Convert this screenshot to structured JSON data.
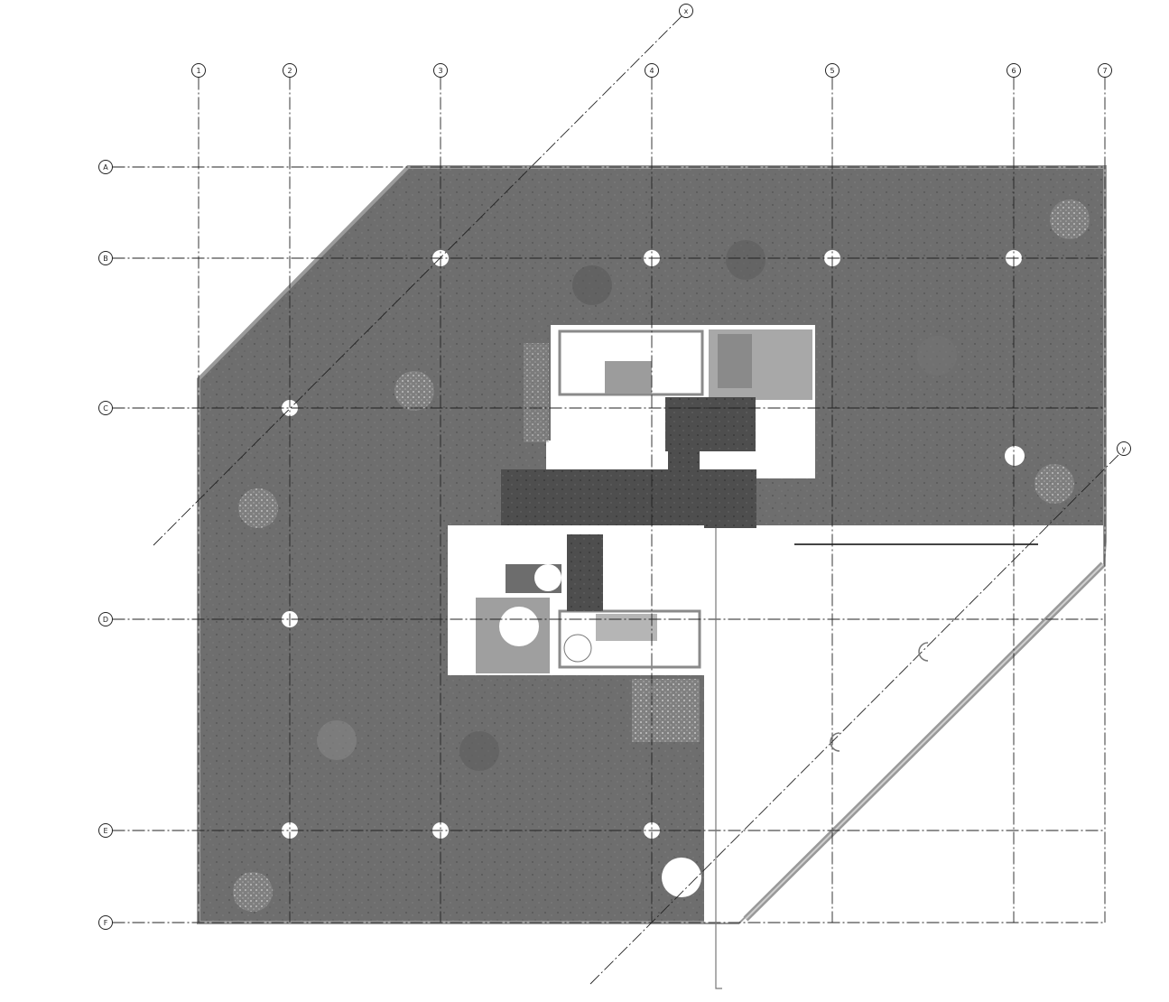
{
  "grid": {
    "columns": [
      {
        "id": "col-1",
        "label": "1"
      },
      {
        "id": "col-2",
        "label": "2"
      },
      {
        "id": "col-3",
        "label": "3"
      },
      {
        "id": "col-4",
        "label": "4"
      },
      {
        "id": "col-5",
        "label": "5"
      },
      {
        "id": "col-6",
        "label": "6"
      },
      {
        "id": "col-7",
        "label": "7"
      }
    ],
    "rows": [
      {
        "id": "row-a",
        "label": "A"
      },
      {
        "id": "row-b",
        "label": "B"
      },
      {
        "id": "row-c",
        "label": "C"
      },
      {
        "id": "row-d",
        "label": "D"
      },
      {
        "id": "row-e",
        "label": "E"
      },
      {
        "id": "row-f",
        "label": "F"
      }
    ],
    "diagonals": [
      {
        "id": "diag-x",
        "label": "x"
      },
      {
        "id": "diag-y",
        "label": "y"
      }
    ]
  },
  "colors": {
    "slab": "#6f6f6f",
    "slab_dark": "#4f4f4f",
    "slab_edge": "#9a9a9a",
    "void": "#ffffff",
    "room_light": "#a9a9a9",
    "line": "#222222"
  }
}
